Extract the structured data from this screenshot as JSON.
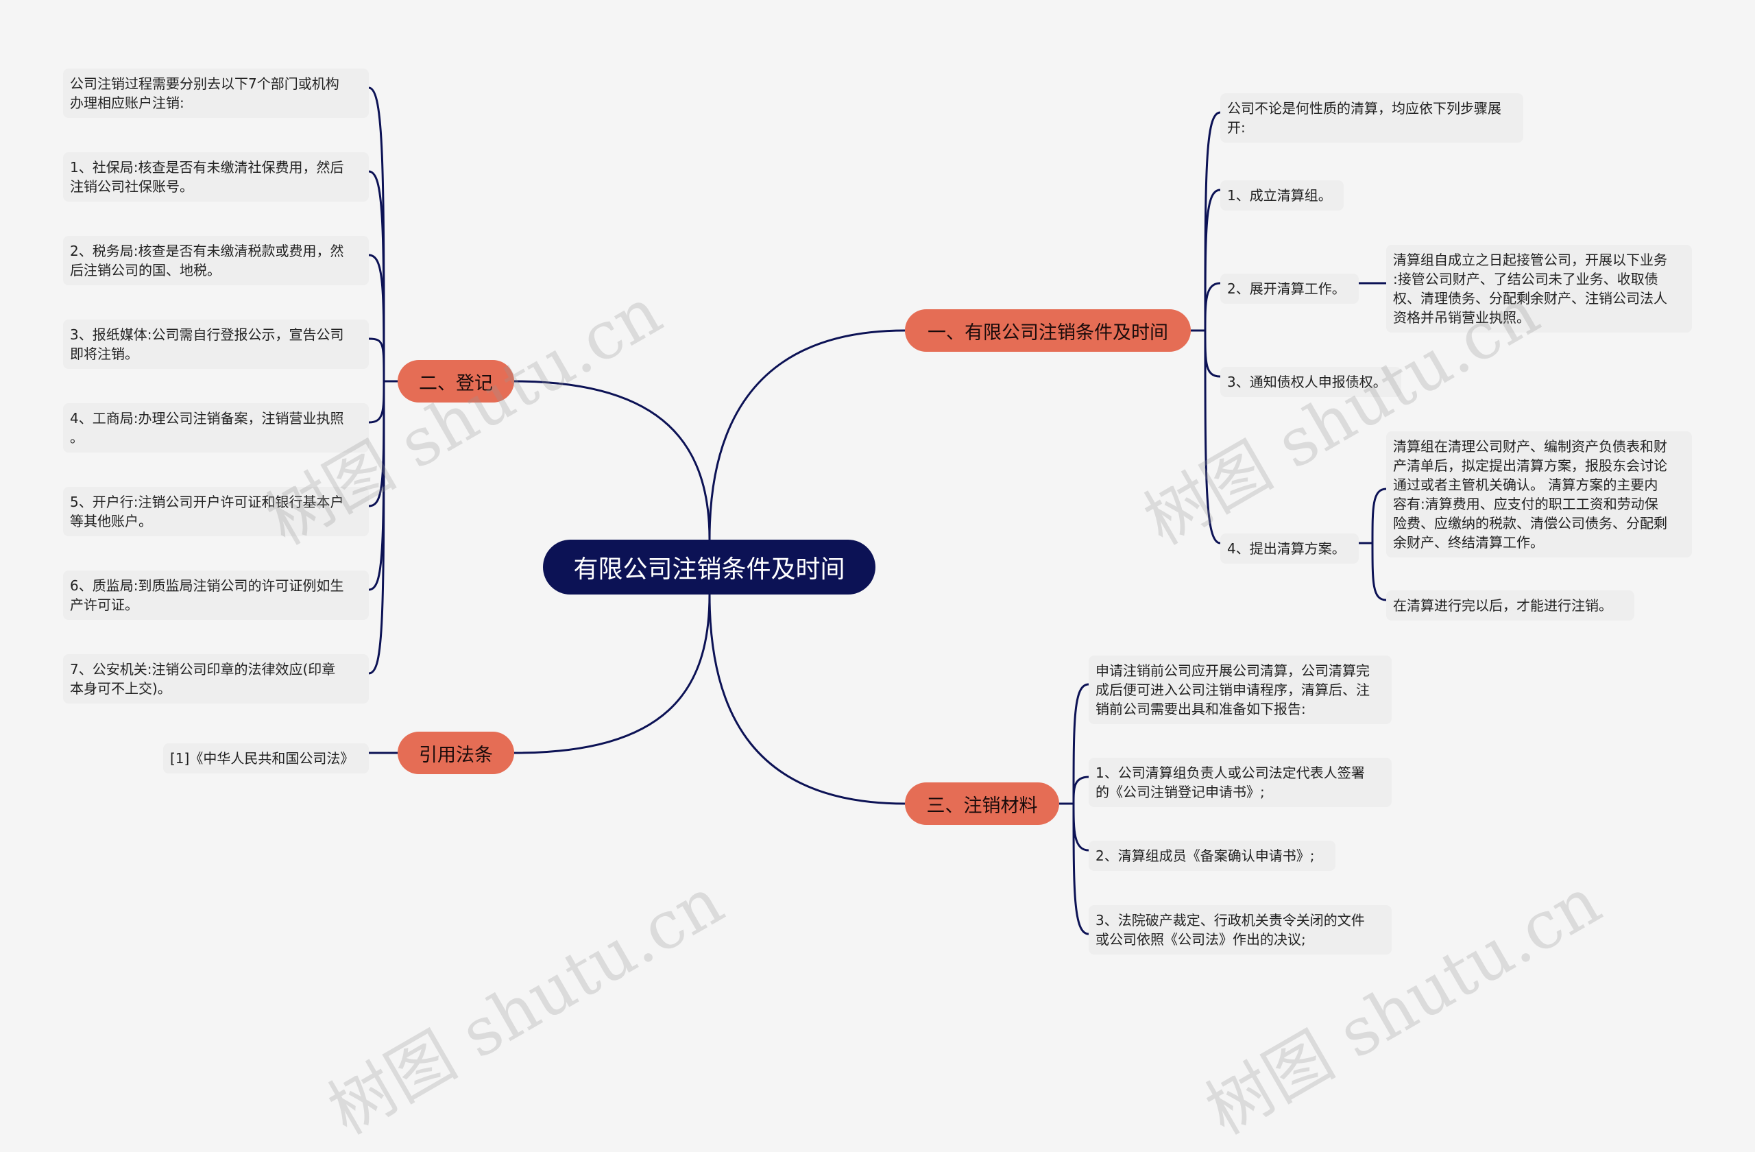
{
  "root": {
    "label": "有限公司注销条件及时间"
  },
  "branches": {
    "b1": {
      "label": "一、有限公司注销条件及时间"
    },
    "b2": {
      "label": "二、登记"
    },
    "b3": {
      "label": "三、注销材料"
    },
    "b4": {
      "label": "引用法条"
    }
  },
  "b1_children": [
    "公司不论是何性质的清算，均应依下列步骤展\n开:",
    "1、成立清算组。",
    "2、展开清算工作。",
    "3、通知债权人申报债权。",
    "4、提出清算方案。"
  ],
  "b1_sub": {
    "step2_detail": "清算组自成立之日起接管公司，开展以下业务\n:接管公司财产、了结公司未了业务、收取债\n权、清理债务、分配剩余财产、注销公司法人\n资格并吊销营业执照。",
    "step4_detail": "清算组在清理公司财产、编制资产负债表和财\n产清单后，拟定提出清算方案，报股东会讨论\n通过或者主管机关确认。 清算方案的主要内\n容有:清算费用、应支付的职工工资和劳动保\n险费、应缴纳的税款、清偿公司债务、分配剩\n余财产、终结清算工作。",
    "step4_note": "在清算进行完以后，才能进行注销。"
  },
  "b2_children": [
    "公司注销过程需要分别去以下7个部门或机构\n办理相应账户注销:",
    "1、社保局:核查是否有未缴清社保费用，然后\n注销公司社保账号。",
    "2、税务局:核查是否有未缴清税款或费用，然\n后注销公司的国、地税。",
    "3、报纸媒体:公司需自行登报公示，宣告公司\n即将注销。",
    "4、工商局:办理公司注销备案，注销营业执照\n。",
    "5、开户行:注销公司开户许可证和银行基本户\n等其他账户。",
    "6、质监局:到质监局注销公司的许可证例如生\n产许可证。",
    "7、公安机关:注销公司印章的法律效应(印章\n本身可不上交)。"
  ],
  "b3_children": [
    "申请注销前公司应开展公司清算，公司清算完\n成后便可进入公司注销申请程序，清算后、注\n销前公司需要出具和准备如下报告:",
    "1、公司清算组负责人或公司法定代表人签署\n的《公司注销登记申请书》;",
    "2、清算组成员《备案确认申请书》;",
    "3、法院破产裁定、行政机关责令关闭的文件\n或公司依照《公司法》作出的决议;"
  ],
  "b4_children": [
    "[1]《中华人民共和国公司法》"
  ],
  "watermarks": [
    "树图 shutu.cn",
    "树图 shutu.cn",
    "树图 shutu.cn",
    "树图 shutu.cn"
  ],
  "colors": {
    "background": "#f5f5f5",
    "root": "#0c1255",
    "branch": "#e56d55",
    "leaf": "#eeeeee",
    "line": "#0c1255"
  }
}
